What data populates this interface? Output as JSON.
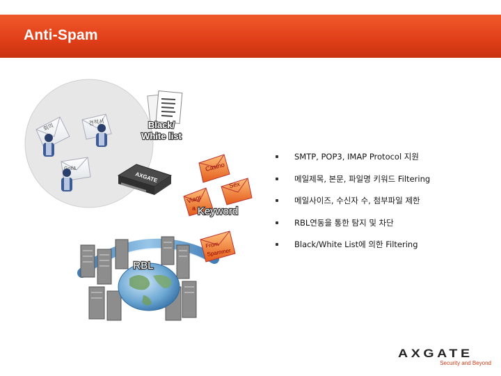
{
  "header": {
    "title": "Anti-Spam"
  },
  "diagram": {
    "black_white_list": [
      "Black/",
      "White list"
    ],
    "keyword_label": "Keyword",
    "rbl_label": "RBL",
    "appliance_label": "AXGATE",
    "envelope_words": [
      "회의",
      "견적서",
      "Golf&",
      "Casino",
      "Viagr",
      "a",
      "Sex",
      "From",
      "Spammer"
    ]
  },
  "features": [
    "SMTP, POP3, IMAP Protocol 지원",
    "메일제목, 본문, 파일명 키워드 Filtering",
    "메일사이즈, 수신자 수, 첨부파일 제한",
    "RBL연동을 통한 탐지 및 차단",
    "Black/White List에 의한 Filtering"
  ],
  "logo": {
    "name": "AXGATE",
    "tagline": "Security and Beyond"
  },
  "colors": {
    "header": "#e2401a",
    "accent": "#d23a14"
  }
}
